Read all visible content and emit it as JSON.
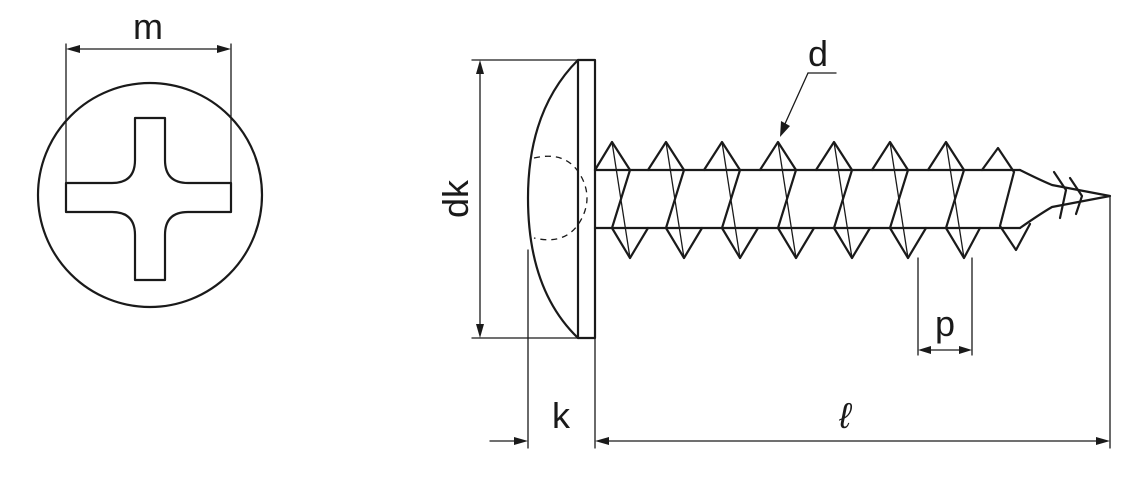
{
  "labels": {
    "m": "m",
    "d": "d",
    "dk": "dk",
    "k": "k",
    "l": "ℓ",
    "p": "p"
  }
}
